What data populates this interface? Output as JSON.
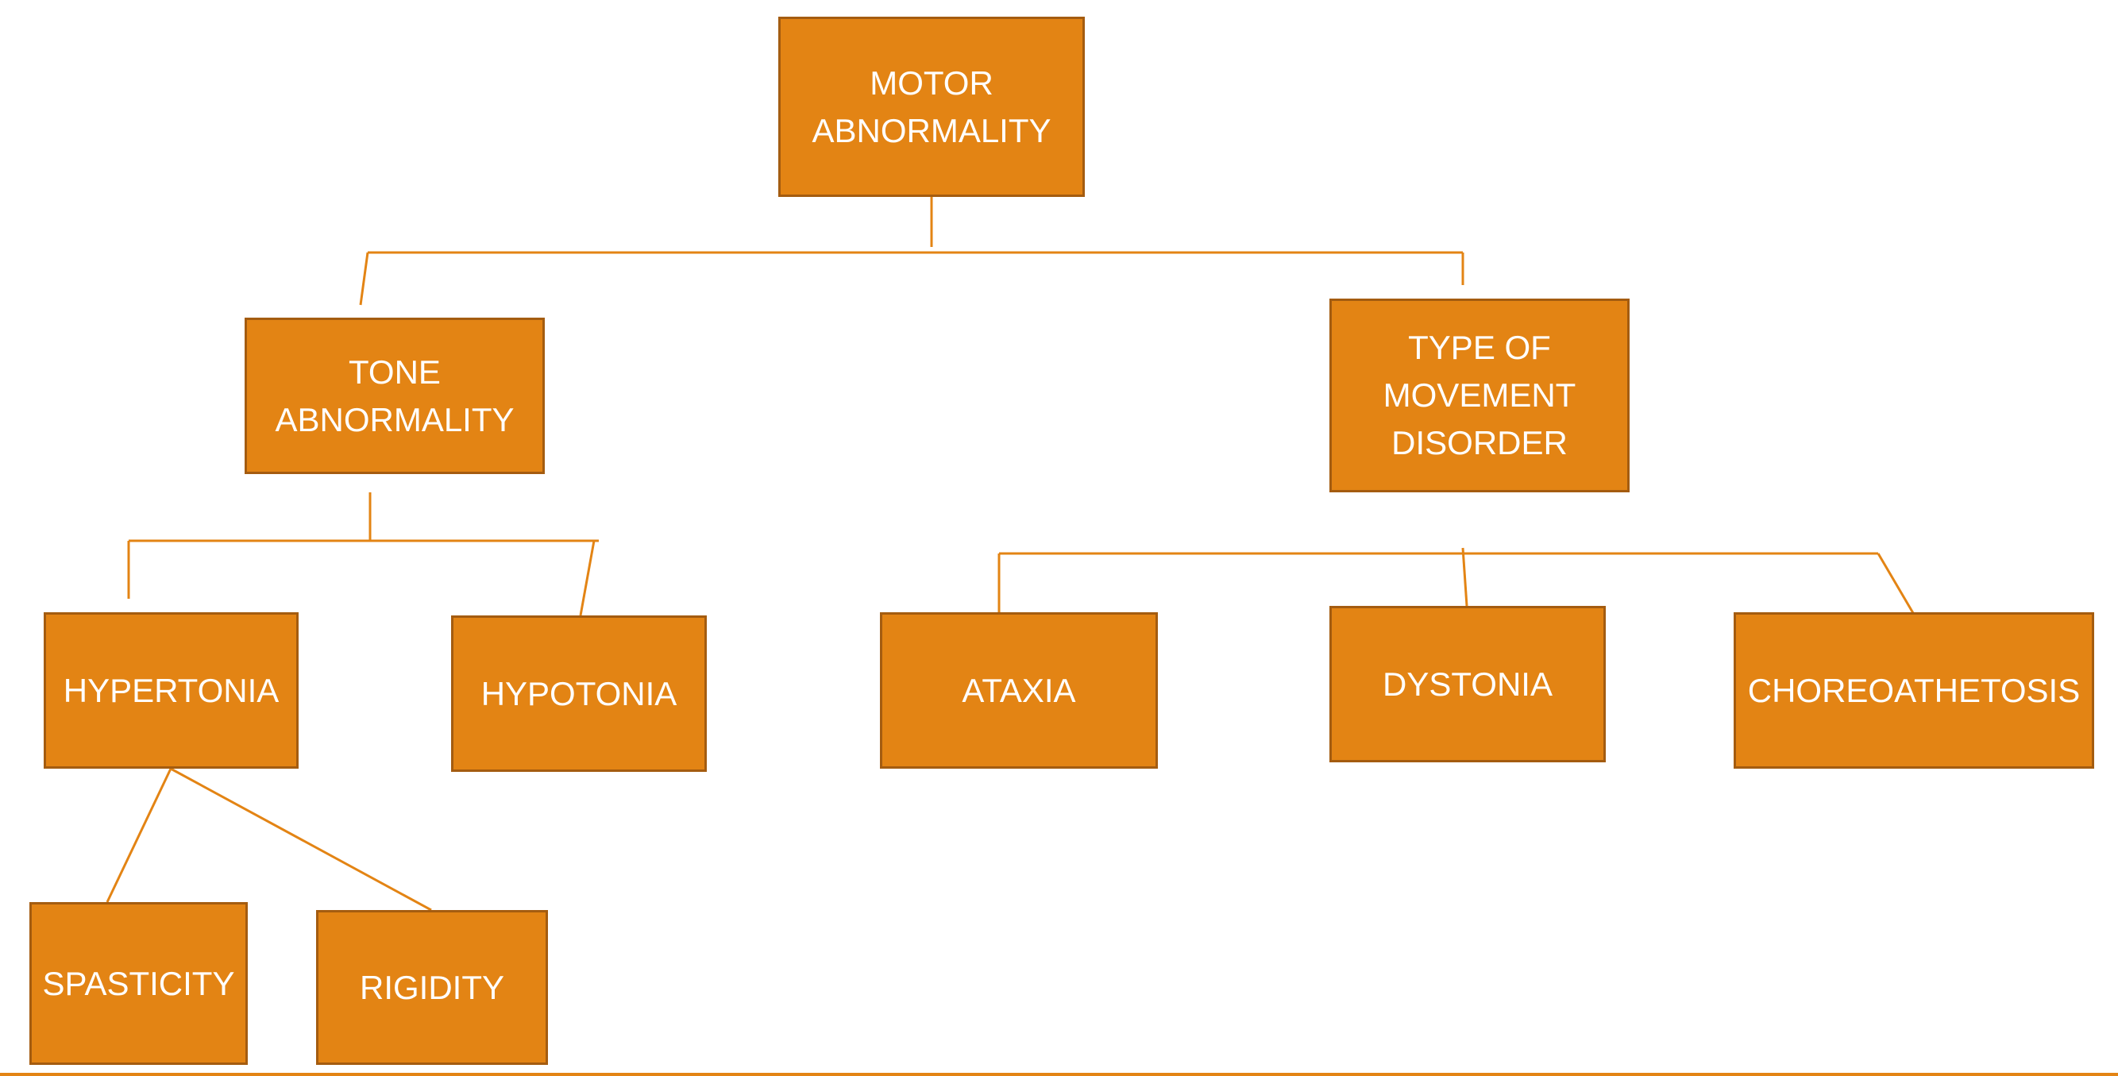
{
  "colors": {
    "box_fill": "#e38414",
    "box_border": "#a45c10",
    "connector": "#e38414",
    "text": "#ffffff"
  },
  "nodes": {
    "motor_abnormality": "MOTOR\nABNORMALITY",
    "tone_abnormality": "TONE\nABNORMALITY",
    "type_of_movement_disorder": "TYPE OF\nMOVEMENT\nDISORDER",
    "hypertonia": "HYPERTONIA",
    "hypotonia": "HYPOTONIA",
    "ataxia": "ATAXIA",
    "dystonia": "DYSTONIA",
    "choreoathetosis": "CHOREOATHETOSIS",
    "spasticity": "SPASTICITY",
    "rigidity": "RIGIDITY"
  },
  "edges": [
    [
      "motor_abnormality",
      "tone_abnormality"
    ],
    [
      "motor_abnormality",
      "type_of_movement_disorder"
    ],
    [
      "tone_abnormality",
      "hypertonia"
    ],
    [
      "tone_abnormality",
      "hypotonia"
    ],
    [
      "type_of_movement_disorder",
      "ataxia"
    ],
    [
      "type_of_movement_disorder",
      "dystonia"
    ],
    [
      "type_of_movement_disorder",
      "choreoathetosis"
    ],
    [
      "hypertonia",
      "spasticity"
    ],
    [
      "hypertonia",
      "rigidity"
    ]
  ]
}
